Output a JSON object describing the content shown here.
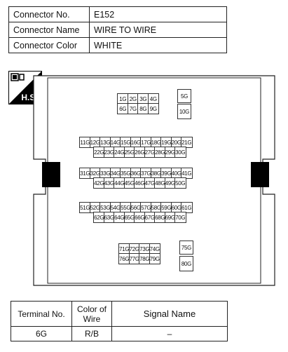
{
  "connector_info": {
    "rows": [
      {
        "label": "Connector No.",
        "value": "E152"
      },
      {
        "label": "Connector Name",
        "value": "WIRE TO WIRE"
      },
      {
        "label": "Connector Color",
        "value": "WHITE"
      }
    ]
  },
  "badge": {
    "text": "H.S."
  },
  "pins": {
    "top_group": [
      [
        "1G",
        "2G",
        "3G",
        "4G"
      ],
      [
        "6G",
        "7G",
        "8G",
        "9G"
      ]
    ],
    "top_tall": [
      "5G",
      "10G"
    ],
    "rows_upper": [
      [
        "11G",
        "12G",
        "13G",
        "14G",
        "15G",
        "16G",
        "17G",
        "18G",
        "19G",
        "20G",
        "21G"
      ],
      [
        "22G",
        "23G",
        "24G",
        "25G",
        "26G",
        "27G",
        "28G",
        "29G",
        "30G"
      ]
    ],
    "rows_middle": [
      [
        "31G",
        "32G",
        "33G",
        "34G",
        "35G",
        "36G",
        "37G",
        "38G",
        "39G",
        "40G",
        "41G"
      ],
      [
        "42G",
        "43G",
        "44G",
        "45G",
        "46G",
        "47G",
        "48G",
        "49G",
        "50G"
      ]
    ],
    "rows_lower": [
      [
        "51G",
        "52G",
        "53G",
        "54G",
        "55G",
        "56G",
        "57G",
        "58G",
        "59G",
        "60G",
        "61G"
      ],
      [
        "62G",
        "63G",
        "64G",
        "65G",
        "66G",
        "67G",
        "68G",
        "69G",
        "70G"
      ]
    ],
    "bottom_group": [
      [
        "71G",
        "72G",
        "73G",
        "74G"
      ],
      [
        "76G",
        "77G",
        "78G",
        "79G"
      ]
    ],
    "bottom_tall": [
      "75G",
      "80G"
    ]
  },
  "terminal_table": {
    "headers": [
      "Terminal No.",
      "Color of Wire",
      "Signal Name"
    ],
    "rows": [
      [
        "6G",
        "R/B",
        "–"
      ]
    ]
  }
}
